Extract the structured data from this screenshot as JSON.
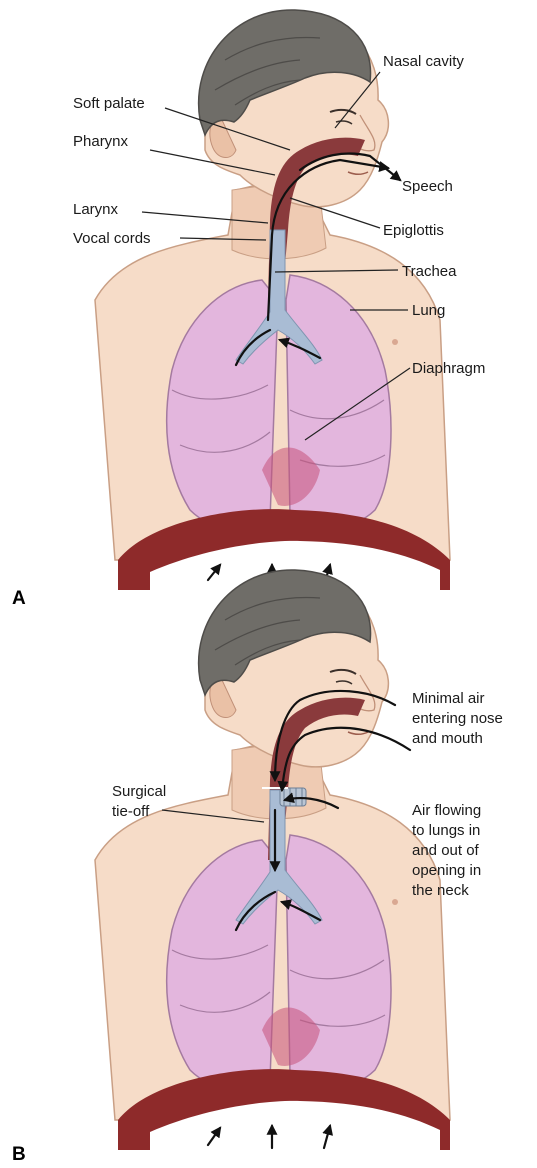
{
  "panels": [
    {
      "letter": "A",
      "labels": {
        "nasal_cavity": "Nasal cavity",
        "soft_palate": "Soft palate",
        "pharynx": "Pharynx",
        "speech": "Speech",
        "larynx": "Larynx",
        "epiglottis": "Epiglottis",
        "vocal_cords": "Vocal cords",
        "trachea": "Trachea",
        "lung": "Lung",
        "diaphragm": "Diaphragm"
      }
    },
    {
      "letter": "B",
      "labels": {
        "minimal_air": [
          "Minimal air",
          "entering nose",
          "and mouth"
        ],
        "surgical_tieoff": [
          "Surgical",
          "tie-off"
        ],
        "air_flowing": [
          "Air flowing",
          "to lungs in",
          "and out of",
          "opening in",
          "the neck"
        ]
      }
    }
  ],
  "colors": {
    "skin": "#f6dcc8",
    "skin_shade": "#e7bfa4",
    "hair": "#6f6d68",
    "hair_dark": "#4e4c49",
    "lung": "#e3b6dd",
    "lung_line": "#a47aa0",
    "airway": "#8a3a3c",
    "trachea": "#a9bcd4",
    "diaphragm": "#8e2a2a"
  }
}
